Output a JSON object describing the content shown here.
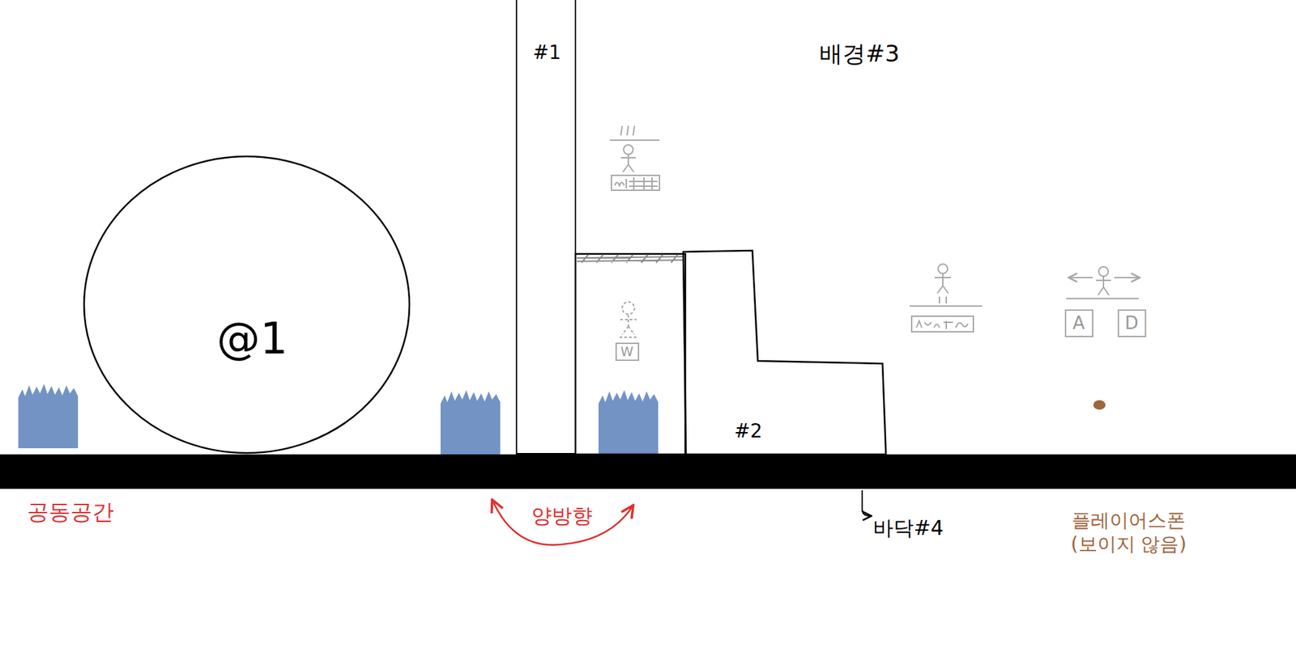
{
  "diagram": {
    "nodes": [
      {
        "text": [
          "@1"
        ]
      },
      {
        "text": [
          "#1"
        ]
      },
      {
        "text": [
          "W"
        ]
      },
      {
        "text": [
          "#2"
        ]
      },
      {
        "text": [
          "A"
        ]
      },
      {
        "text": [
          "D"
        ]
      }
    ],
    "labels": [
      "배경#3",
      "공동공간",
      "양방향",
      "바닥#4",
      "플레이어스폰 (보이지 않음)"
    ]
  }
}
